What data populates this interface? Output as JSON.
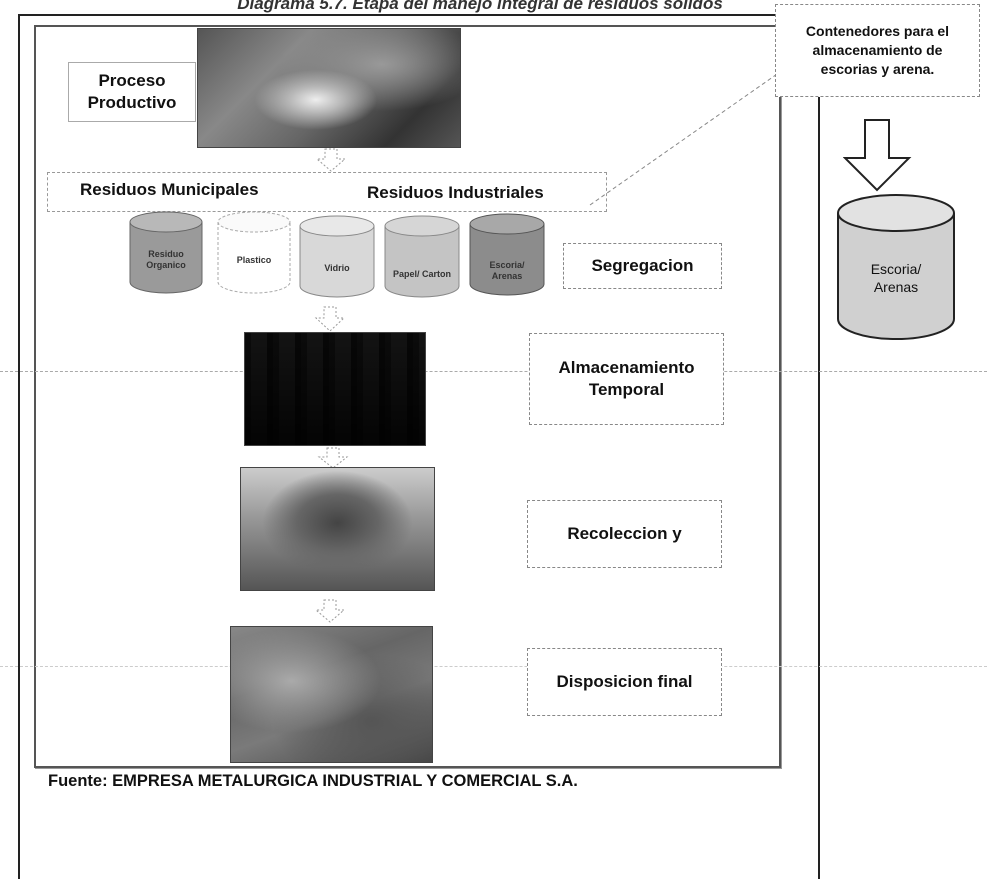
{
  "title": "Diagrama 5.7. Etapa del manejo integral de residuos sólidos",
  "proceso": {
    "label": "Proceso Productivo"
  },
  "residuos": {
    "municipales": "Residuos Municipales",
    "industriales": "Residuos Industriales"
  },
  "bins": [
    {
      "label": "Residuo Organico",
      "color": "#9a9a9a"
    },
    {
      "label": "Plastico",
      "color": "#ffffff"
    },
    {
      "label": "Vidrio",
      "color": "#d8d8d8"
    },
    {
      "label": "Papel/ Carton",
      "color": "#c4c4c4"
    },
    {
      "label": "Escoria/ Arenas",
      "color": "#8c8c8c"
    }
  ],
  "stages": {
    "segregacion": "Segregacion",
    "almacenamiento": "Almacenamiento Temporal",
    "recoleccion": "Recoleccion y",
    "disposicion": "Disposicion final"
  },
  "contenedores": {
    "label": "Contenedores para el almacenamiento de escorias y arena."
  },
  "big_bin": {
    "label": "Escoria/ Arenas",
    "color": "#d0d0d0"
  },
  "fuente": "Fuente: EMPRESA METALURGICA INDUSTRIAL Y COMERCIAL S.A."
}
